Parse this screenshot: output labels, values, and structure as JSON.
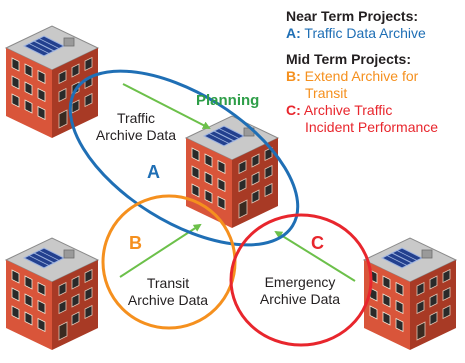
{
  "legend": {
    "near_term_heading": "Near Term Projects:",
    "mid_term_heading": "Mid Term Projects:",
    "items": [
      {
        "key": "A:",
        "text": "Traffic Data Archive",
        "color": "#1f6fb5"
      },
      {
        "key": "B:",
        "text": "Extend Archive for",
        "text2": "Transit",
        "color": "#f5901e"
      },
      {
        "key": "C:",
        "text": "Archive Traffic",
        "text2": "Incident Performance",
        "color": "#e8262d"
      }
    ]
  },
  "center_label": {
    "text": "Planning",
    "color": "#2e9e48"
  },
  "ellipses": {
    "a": {
      "letter": "A",
      "color": "#1f6fb5"
    },
    "b": {
      "letter": "B",
      "color": "#f5901e"
    },
    "c": {
      "letter": "C",
      "color": "#e8262d"
    }
  },
  "flows": {
    "traffic": [
      "Traffic",
      "Archive Data"
    ],
    "transit": [
      "Transit",
      "Archive Data"
    ],
    "emergency": [
      "Emergency",
      "Archive Data"
    ]
  },
  "colors": {
    "building_brick": "#d9553a",
    "building_dark": "#a83a25",
    "arrow": "#6cc04a"
  }
}
